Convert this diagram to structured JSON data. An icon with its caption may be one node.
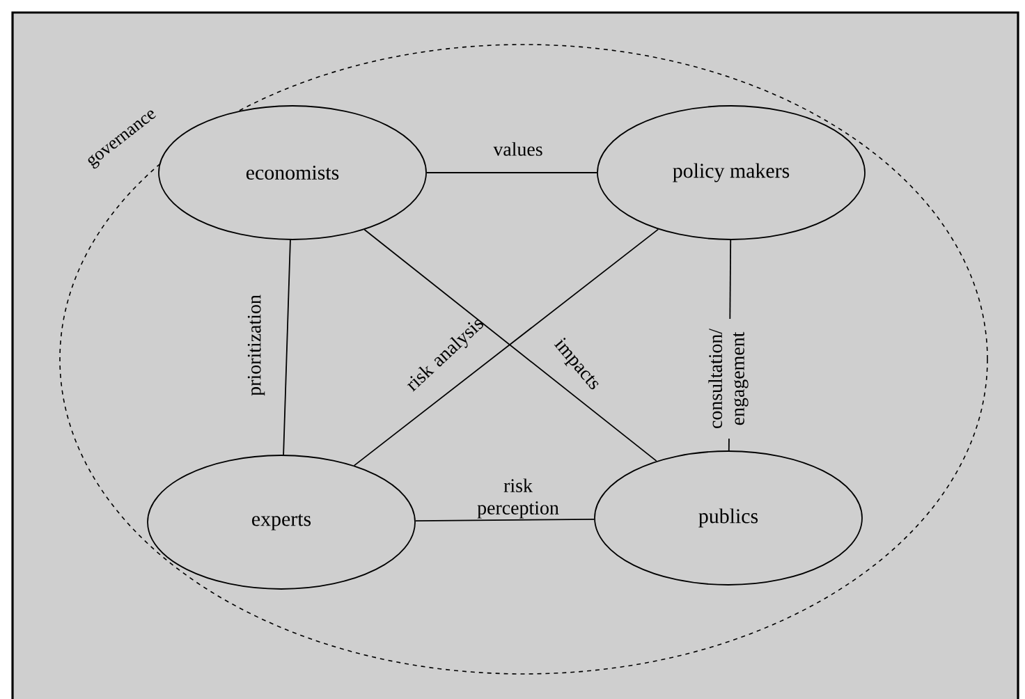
{
  "diagram": {
    "nodes": [
      {
        "text": [
          "governance"
        ]
      },
      {
        "text": [
          "economists"
        ],
        "in": 0
      },
      {
        "text": [
          "policy makers"
        ],
        "in": 0
      },
      {
        "text": [
          "experts"
        ],
        "in": 0
      },
      {
        "text": [
          "publics"
        ],
        "in": 0
      }
    ],
    "edges": [
      {
        "from": 1,
        "to": 2,
        "arrow": "none",
        "label": "values"
      },
      {
        "from": 1,
        "to": 3,
        "arrow": "none",
        "label": "prioritization"
      },
      {
        "from": 1,
        "to": 4,
        "arrow": "none",
        "label": "impacts"
      },
      {
        "from": 2,
        "to": 3,
        "arrow": "none",
        "label": "risk analysis"
      },
      {
        "from": 2,
        "to": 4,
        "arrow": "none",
        "label": "consultation/ engagement"
      },
      {
        "from": 3,
        "to": 4,
        "arrow": "none",
        "label": "risk perception"
      }
    ]
  }
}
